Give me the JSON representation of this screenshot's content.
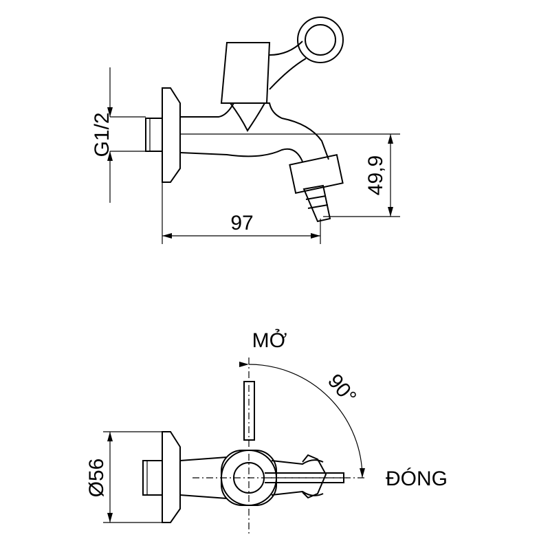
{
  "side_view": {
    "thread_label": "G1/2",
    "height_label": "49,9",
    "length_label": "97"
  },
  "top_view": {
    "open_label": "MỞ",
    "angle_label": "90°",
    "close_label": "ĐÓNG",
    "diameter_label": "Ø56"
  }
}
